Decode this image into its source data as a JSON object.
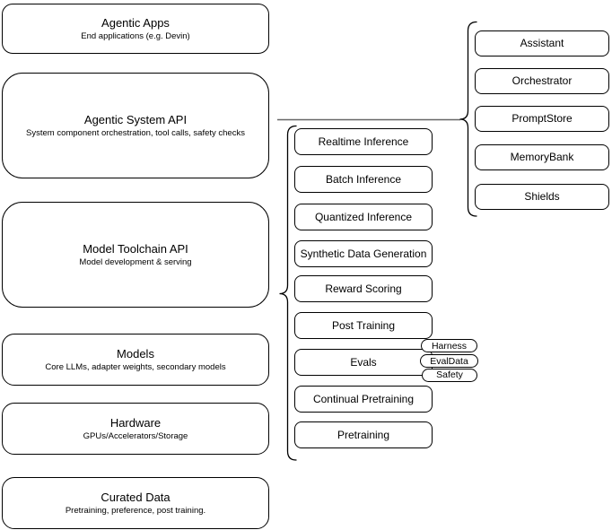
{
  "left_stack": [
    {
      "title": "Agentic Apps",
      "subtitle": "End applications (e.g. Devin)"
    },
    {
      "title": "Agentic System API",
      "subtitle": "System component orchestration, tool calls, safety checks"
    },
    {
      "title": "Model Toolchain API",
      "subtitle": "Model development & serving"
    },
    {
      "title": "Models",
      "subtitle": "Core LLMs, adapter weights, secondary models"
    },
    {
      "title": "Hardware",
      "subtitle": "GPUs/Accelerators/Storage"
    },
    {
      "title": "Curated Data",
      "subtitle": "Pretraining, preference, post training."
    }
  ],
  "toolchain": {
    "items": [
      "Realtime Inference",
      "Batch Inference",
      "Quantized Inference",
      "Synthetic Data Generation",
      "Reward Scoring",
      "Post Training",
      "Evals",
      "Continual Pretraining",
      "Pretraining"
    ]
  },
  "evals_tags": {
    "items": [
      "Harness",
      "EvalData",
      "Safety"
    ]
  },
  "system_components": {
    "items": [
      "Assistant",
      "Orchestrator",
      "PromptStore",
      "MemoryBank",
      "Shields"
    ]
  },
  "colors": {
    "shape_stroke": "#000000",
    "shape_fill": "#ffffff",
    "text": "#000000",
    "connector": "#666666"
  }
}
